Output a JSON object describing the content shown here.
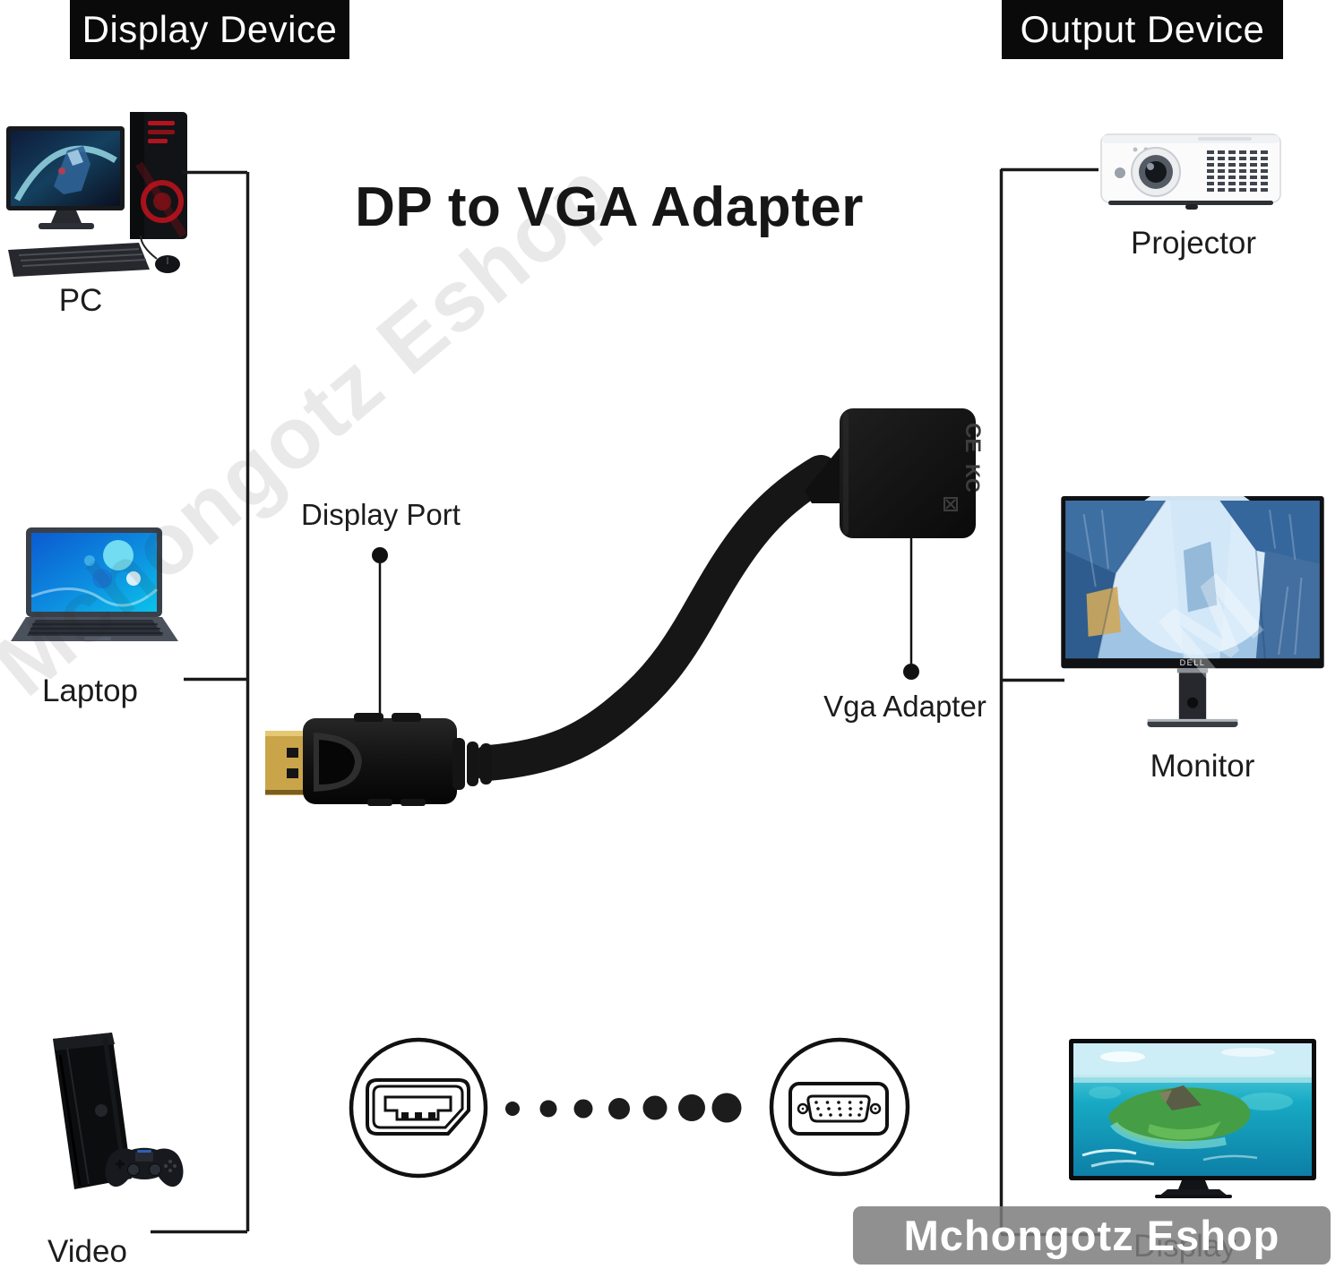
{
  "headers": {
    "left": "Display Device",
    "right": "Output Device"
  },
  "title": "DP to VGA Adapter",
  "display_devices": [
    {
      "label": "PC"
    },
    {
      "label": "Laptop"
    },
    {
      "label": "Video games"
    }
  ],
  "output_devices": [
    {
      "label": "Projector"
    },
    {
      "label": "Monitor"
    },
    {
      "label": "Display"
    }
  ],
  "adapter": {
    "dp_label": "Display Port",
    "vga_label": "Vga Adapter",
    "cert_mark_ce": "CE",
    "cert_mark_kc": "KC"
  },
  "monitor_brand": "DELL",
  "watermark": {
    "diagonal_text": "Mchongotz Eshop",
    "partial_text": "M",
    "footer_text": "Mchongotz Eshop"
  },
  "colors": {
    "header_bg": "#0a0a0a",
    "header_text": "#ffffff",
    "line": "#1a1a1a",
    "label_text": "#1c1c1c",
    "footer_box": "#7c7c7c",
    "footer_text": "#ffffff",
    "watermark_gray": "#ebebeb",
    "adapter_black": "#111111",
    "dp_gold": "#c9a449"
  }
}
